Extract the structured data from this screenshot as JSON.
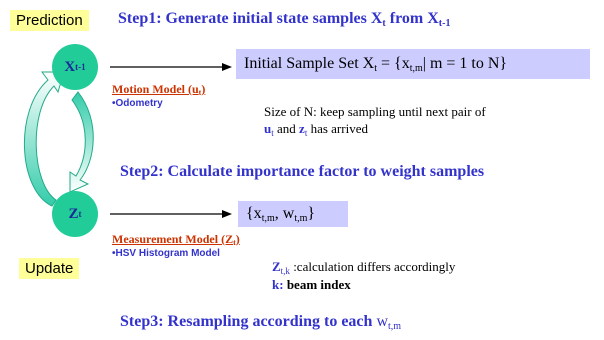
{
  "prediction_label": "Prediction",
  "update_label": "Update",
  "step1": {
    "text": "Step1: Generate initial state samples X",
    "sub1": "t",
    "mid": " from X",
    "sub2": "t-1"
  },
  "circle_top": {
    "main": "X",
    "sub": "t-1"
  },
  "circle_bottom": {
    "main": "Z",
    "sub": "t"
  },
  "initial_set": {
    "text": "Initial Sample Set X",
    "sub1": "t",
    "mid": " = {x",
    "sub2": "t,m",
    "end": "| m = 1 to N}"
  },
  "motion_model": {
    "title": "Motion Model (u",
    "sub": "t",
    "close": ")",
    "sub_label": "•Odometry"
  },
  "size_note": {
    "line1": "Size of N: keep sampling until next pair of",
    "u": "u",
    "u_sub": "t",
    "and": " and ",
    "z": "z",
    "z_sub": "t",
    "end": " has arrived"
  },
  "step2": "Step2: Calculate importance factor  to weight samples",
  "weight_set": {
    "open": "{x",
    "sub1": "t,m",
    "mid": ", w",
    "sub2": "t,m",
    "close": "}"
  },
  "measurement_model": {
    "title": "Measurement Model (Z",
    "sub": "t",
    "close": ")",
    "sub_label": "•HSV Histogram Model"
  },
  "calc_note": {
    "z": "Z",
    "z_sub": "t,k",
    "text": " :calculation differs accordingly",
    "k": "k:",
    "k_text": " beam index"
  },
  "step3": {
    "text": "Step3: Resampling according to each ",
    "w": "w",
    "w_sub": "t,m"
  }
}
